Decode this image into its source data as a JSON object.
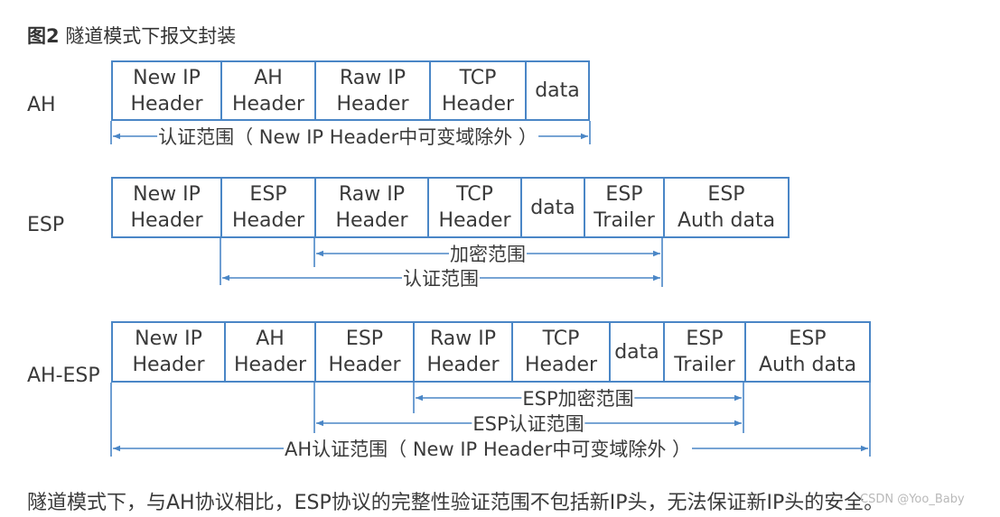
{
  "figure": {
    "number": "图2",
    "title": "隧道模式下报文封装"
  },
  "colors": {
    "accent": "#4a86c6",
    "text": "#3a3a3a"
  },
  "rows": [
    {
      "label": "AH",
      "cells": [
        {
          "text": "New IP\nHeader"
        },
        {
          "text": "AH\nHeader"
        },
        {
          "text": "Raw IP\nHeader"
        },
        {
          "text": "TCP\nHeader"
        },
        {
          "text": "data"
        }
      ],
      "ranges": [
        {
          "label": "认证范围（ New IP Header中可变域除外 ）"
        }
      ]
    },
    {
      "label": "ESP",
      "cells": [
        {
          "text": "New IP\nHeader"
        },
        {
          "text": "ESP\nHeader"
        },
        {
          "text": "Raw IP\nHeader"
        },
        {
          "text": "TCP\nHeader"
        },
        {
          "text": "data"
        },
        {
          "text": "ESP\nTrailer"
        },
        {
          "text": "ESP\nAuth data"
        }
      ],
      "ranges": [
        {
          "label": "加密范围"
        },
        {
          "label": "认证范围"
        }
      ]
    },
    {
      "label": "AH-ESP",
      "cells": [
        {
          "text": "New IP\nHeader"
        },
        {
          "text": "AH\nHeader"
        },
        {
          "text": "ESP\nHeader"
        },
        {
          "text": "Raw IP\nHeader"
        },
        {
          "text": "TCP\nHeader"
        },
        {
          "text": "data"
        },
        {
          "text": "ESP\nTrailer"
        },
        {
          "text": "ESP\nAuth data"
        }
      ],
      "ranges": [
        {
          "label": "ESP加密范围"
        },
        {
          "label": "ESP认证范围"
        },
        {
          "label": "AH认证范围（ New IP Header中可变域除外 ）"
        }
      ]
    }
  ],
  "caption": "隧道模式下，与AH协议相比，ESP协议的完整性验证范围不包括新IP头，无法保证新IP头的安全。",
  "watermark": "CSDN @Yoo_Baby"
}
